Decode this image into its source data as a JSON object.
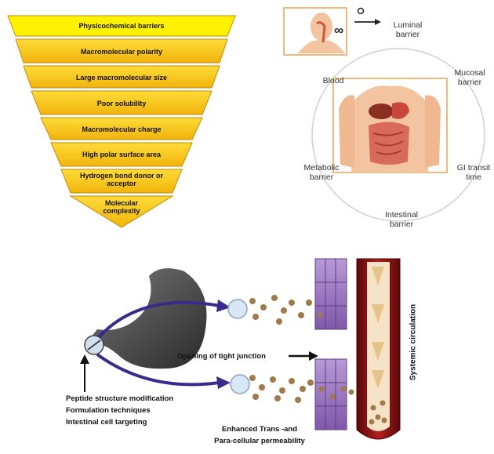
{
  "pyramid": {
    "levels": [
      "Physicochemical barriers",
      "Macromolecular polarity",
      "Large macromolecular size",
      "Poor solubility",
      "Macromolecular charge",
      "High polar surface area",
      "Hydrogen bond donor or acceptor",
      "Molecular complexity"
    ],
    "fill_color": "#f7c214",
    "edge_color": "#c48a06"
  },
  "barriers": {
    "mouth_symbol": "∞",
    "luminal": "Luminal barrier",
    "mucosal": "Mucosal barrier",
    "gi_transit": "GI transit time",
    "intestinal": "Intestinal barrier",
    "metabolic": "Metabolic barrier",
    "blood": "Blood"
  },
  "strategy": {
    "item1": "Peptide structure modification",
    "item2": "Formulation techniques",
    "item3": "Intestinal cell targeting",
    "tight_junction": "Opening of tight  junction",
    "permeability_line1": "Enhanced Trans -and",
    "permeability_line2": "Para-cellular permeability",
    "systemic": "Systemic circulation"
  },
  "colors": {
    "vessel": "#8b1414",
    "arrow": "#3a2a8c",
    "cell": "#8e66b8",
    "particle": "#a07a4a"
  }
}
